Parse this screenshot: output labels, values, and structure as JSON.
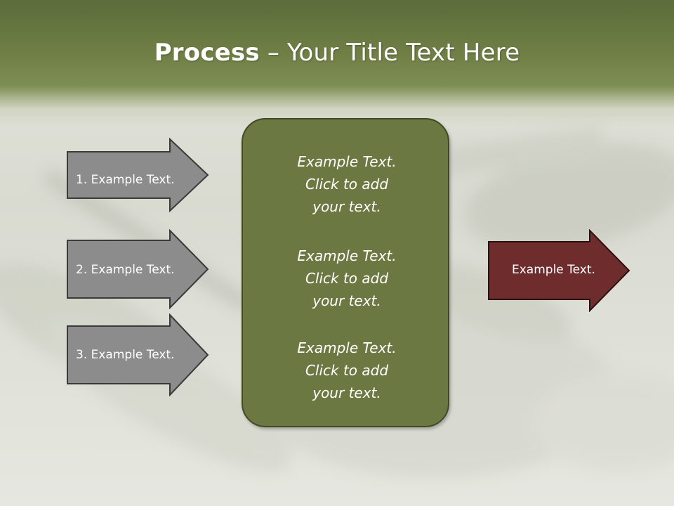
{
  "title": {
    "bold": "Process",
    "rest": " – Your Title Text Here"
  },
  "left_arrows": [
    {
      "label": "1. Example Text."
    },
    {
      "label": "2. Example Text."
    },
    {
      "label": "3. Example Text."
    }
  ],
  "center_box": {
    "blocks": [
      {
        "lines": [
          "Example Text.",
          "Click  to add",
          "your text."
        ]
      },
      {
        "lines": [
          "Example Text.",
          "Click  to add",
          "your text."
        ]
      },
      {
        "lines": [
          "Example Text.",
          "Click  to add",
          "your text."
        ]
      }
    ]
  },
  "right_arrow": {
    "label": "Example Text."
  },
  "colors": {
    "title_band": "#708046",
    "left_arrow_fill": "#8c8c8c",
    "center_box_fill": "#6b7841",
    "right_arrow_fill": "#6e2c2c"
  }
}
